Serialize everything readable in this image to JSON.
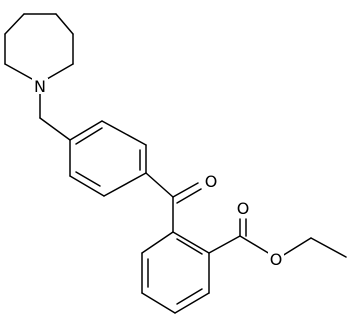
{
  "structure": {
    "atoms": {
      "n_piperidine": "N",
      "o_ketone": "O",
      "o_ester_carbonyl": "O",
      "o_ester_ether": "O"
    },
    "colors": {
      "bond": "#000000",
      "label": "#000000",
      "background": "#ffffff"
    }
  }
}
